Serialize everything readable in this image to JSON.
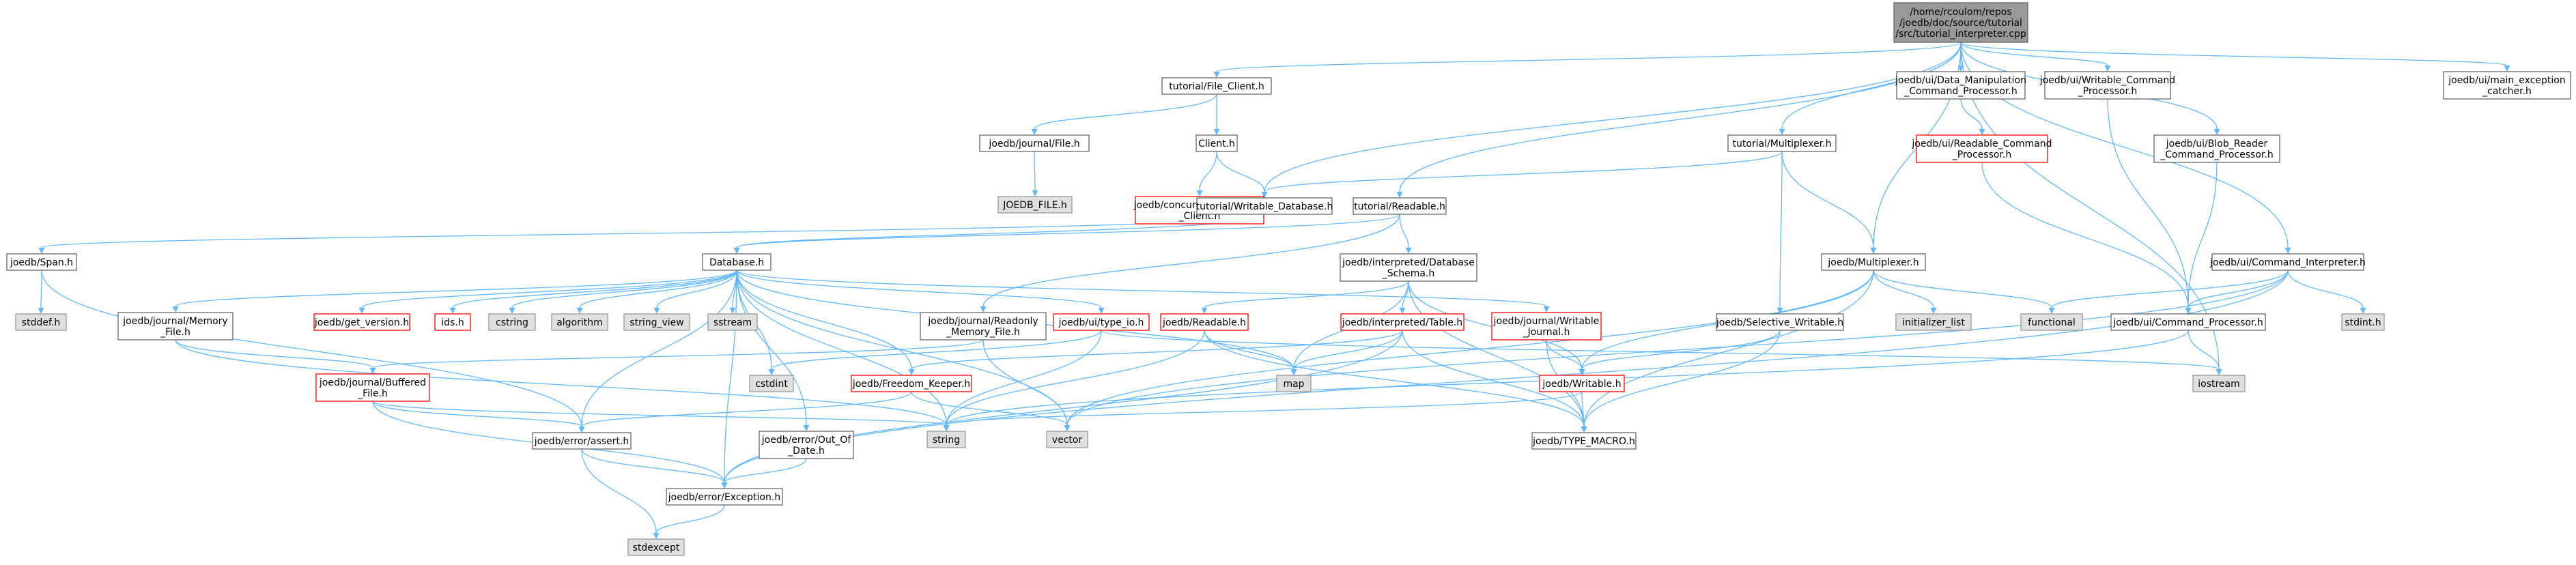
{
  "nodes": [
    {
      "id": "root",
      "label": "/home/rcoulom/repos\n/joedb/doc/source/tutorial\n/src/tutorial_interpreter.cpp",
      "style": "root"
    },
    {
      "id": "file_client",
      "label": "tutorial/File_Client.h",
      "style": "normal"
    },
    {
      "id": "data_manip",
      "label": "joedb/ui/Data_Manipulation\n_Command_Processor.h",
      "style": "normal"
    },
    {
      "id": "writable_cmd",
      "label": "joedb/ui/Writable_Command\n_Processor.h",
      "style": "normal"
    },
    {
      "id": "main_exc",
      "label": "joedb/ui/main_exception\n_catcher.h",
      "style": "normal"
    },
    {
      "id": "journal_file",
      "label": "joedb/journal/File.h",
      "style": "normal"
    },
    {
      "id": "client",
      "label": "Client.h",
      "style": "normal"
    },
    {
      "id": "tut_mux",
      "label": "tutorial/Multiplexer.h",
      "style": "normal"
    },
    {
      "id": "readable_cmd",
      "label": "joedb/ui/Readable_Command\n_Processor.h",
      "style": "red"
    },
    {
      "id": "blob_reader",
      "label": "joedb/ui/Blob_Reader\n_Command_Processor.h",
      "style": "normal"
    },
    {
      "id": "joedb_file",
      "label": "JOEDB_FILE.h",
      "style": "gray"
    },
    {
      "id": "conc_writable",
      "label": "joedb/concurrency/Writable\n_Client.h",
      "style": "red"
    },
    {
      "id": "writable_db",
      "label": "tutorial/Writable_Database.h",
      "style": "normal"
    },
    {
      "id": "tut_readable",
      "label": "tutorial/Readable.h",
      "style": "normal"
    },
    {
      "id": "span",
      "label": "joedb/Span.h",
      "style": "normal"
    },
    {
      "id": "database",
      "label": "Database.h",
      "style": "normal"
    },
    {
      "id": "db_schema",
      "label": "joedb/interpreted/Database\n_Schema.h",
      "style": "normal"
    },
    {
      "id": "joedb_mux",
      "label": "joedb/Multiplexer.h",
      "style": "normal"
    },
    {
      "id": "cmd_interp",
      "label": "joedb/ui/Command_Interpreter.h",
      "style": "normal"
    },
    {
      "id": "stddef",
      "label": "stddef.h",
      "style": "gray"
    },
    {
      "id": "memory_file",
      "label": "joedb/journal/Memory\n_File.h",
      "style": "normal"
    },
    {
      "id": "get_version",
      "label": "joedb/get_version.h",
      "style": "red"
    },
    {
      "id": "ids",
      "label": "ids.h",
      "style": "red"
    },
    {
      "id": "cstring",
      "label": "cstring",
      "style": "gray"
    },
    {
      "id": "algorithm",
      "label": "algorithm",
      "style": "gray"
    },
    {
      "id": "string_view",
      "label": "string_view",
      "style": "gray"
    },
    {
      "id": "sstream",
      "label": "sstream",
      "style": "gray"
    },
    {
      "id": "readonly_mem",
      "label": "joedb/journal/Readonly\n_Memory_File.h",
      "style": "normal"
    },
    {
      "id": "type_io",
      "label": "joedb/ui/type_io.h",
      "style": "red"
    },
    {
      "id": "joedb_readable",
      "label": "joedb/Readable.h",
      "style": "red"
    },
    {
      "id": "interp_table",
      "label": "joedb/interpreted/Table.h",
      "style": "red"
    },
    {
      "id": "writable_journal",
      "label": "joedb/journal/Writable\n_Journal.h",
      "style": "red"
    },
    {
      "id": "selective_writable",
      "label": "joedb/Selective_Writable.h",
      "style": "normal"
    },
    {
      "id": "initializer_list",
      "label": "initializer_list",
      "style": "gray"
    },
    {
      "id": "functional",
      "label": "functional",
      "style": "gray"
    },
    {
      "id": "command_processor",
      "label": "joedb/ui/Command_Processor.h",
      "style": "normal"
    },
    {
      "id": "stdint",
      "label": "stdint.h",
      "style": "gray"
    },
    {
      "id": "buffered_file",
      "label": "joedb/journal/Buffered\n_File.h",
      "style": "red"
    },
    {
      "id": "cstdint",
      "label": "cstdint",
      "style": "gray"
    },
    {
      "id": "freedom_keeper",
      "label": "joedb/Freedom_Keeper.h",
      "style": "red"
    },
    {
      "id": "map",
      "label": "map",
      "style": "gray"
    },
    {
      "id": "joedb_writable",
      "label": "joedb/Writable.h",
      "style": "red"
    },
    {
      "id": "iostream",
      "label": "iostream",
      "style": "gray"
    },
    {
      "id": "string",
      "label": "string",
      "style": "gray"
    },
    {
      "id": "vector",
      "label": "vector",
      "style": "gray"
    },
    {
      "id": "assert",
      "label": "joedb/error/assert.h",
      "style": "normal"
    },
    {
      "id": "out_of_date",
      "label": "joedb/error/Out_Of\n_Date.h",
      "style": "normal"
    },
    {
      "id": "type_macro",
      "label": "joedb/TYPE_MACRO.h",
      "style": "normal"
    },
    {
      "id": "exception",
      "label": "joedb/error/Exception.h",
      "style": "normal"
    },
    {
      "id": "stdexcept",
      "label": "stdexcept",
      "style": "gray"
    }
  ],
  "edges": [
    [
      "root",
      "file_client"
    ],
    [
      "root",
      "data_manip"
    ],
    [
      "root",
      "writable_cmd"
    ],
    [
      "root",
      "main_exc"
    ],
    [
      "root",
      "tut_mux"
    ],
    [
      "root",
      "blob_reader"
    ],
    [
      "root",
      "writable_db"
    ],
    [
      "root",
      "tut_readable"
    ],
    [
      "root",
      "joedb_mux"
    ],
    [
      "root",
      "cmd_interp"
    ],
    [
      "root",
      "iostream"
    ],
    [
      "file_client",
      "journal_file"
    ],
    [
      "file_client",
      "client"
    ],
    [
      "journal_file",
      "joedb_file"
    ],
    [
      "client",
      "conc_writable"
    ],
    [
      "client",
      "writable_db"
    ],
    [
      "data_manip",
      "readable_cmd"
    ],
    [
      "readable_cmd",
      "command_processor"
    ],
    [
      "writable_cmd",
      "command_processor"
    ],
    [
      "blob_reader",
      "command_processor"
    ],
    [
      "tut_mux",
      "writable_db"
    ],
    [
      "tut_mux",
      "joedb_mux"
    ],
    [
      "tut_mux",
      "selective_writable"
    ],
    [
      "writable_db",
      "span"
    ],
    [
      "writable_db",
      "database"
    ],
    [
      "tut_readable",
      "database"
    ],
    [
      "tut_readable",
      "db_schema"
    ],
    [
      "tut_readable",
      "readonly_mem"
    ],
    [
      "span",
      "stddef"
    ],
    [
      "span",
      "assert"
    ],
    [
      "database",
      "memory_file"
    ],
    [
      "database",
      "get_version"
    ],
    [
      "database",
      "ids"
    ],
    [
      "database",
      "cstring"
    ],
    [
      "database",
      "algorithm"
    ],
    [
      "database",
      "string_view"
    ],
    [
      "database",
      "sstream"
    ],
    [
      "database",
      "type_io"
    ],
    [
      "database",
      "freedom_keeper"
    ],
    [
      "database",
      "writable_journal"
    ],
    [
      "database",
      "map"
    ],
    [
      "database",
      "string"
    ],
    [
      "database",
      "vector"
    ],
    [
      "database",
      "assert"
    ],
    [
      "database",
      "out_of_date"
    ],
    [
      "database",
      "exception"
    ],
    [
      "database",
      "cstdint"
    ],
    [
      "memory_file",
      "buffered_file"
    ],
    [
      "memory_file",
      "string"
    ],
    [
      "readonly_mem",
      "buffered_file"
    ],
    [
      "readonly_mem",
      "vector"
    ],
    [
      "type_io",
      "cstdint"
    ],
    [
      "type_io",
      "iostream"
    ],
    [
      "type_io",
      "string"
    ],
    [
      "db_schema",
      "joedb_readable"
    ],
    [
      "db_schema",
      "interp_table"
    ],
    [
      "db_schema",
      "joedb_writable"
    ],
    [
      "db_schema",
      "type_macro"
    ],
    [
      "db_schema",
      "map"
    ],
    [
      "joedb_readable",
      "map"
    ],
    [
      "joedb_readable",
      "string"
    ],
    [
      "joedb_readable",
      "type_macro"
    ],
    [
      "interp_table",
      "freedom_keeper"
    ],
    [
      "interp_table",
      "map"
    ],
    [
      "interp_table",
      "type_macro"
    ],
    [
      "interp_table",
      "exception"
    ],
    [
      "writable_journal",
      "joedb_writable"
    ],
    [
      "writable_journal",
      "type_macro"
    ],
    [
      "joedb_mux",
      "joedb_writable"
    ],
    [
      "joedb_mux",
      "initializer_list"
    ],
    [
      "joedb_mux",
      "functional"
    ],
    [
      "joedb_mux",
      "vector"
    ],
    [
      "joedb_mux",
      "type_macro"
    ],
    [
      "selective_writable",
      "joedb_writable"
    ],
    [
      "selective_writable",
      "type_macro"
    ],
    [
      "cmd_interp",
      "command_processor"
    ],
    [
      "cmd_interp",
      "functional"
    ],
    [
      "cmd_interp",
      "stdint"
    ],
    [
      "cmd_interp",
      "vector"
    ],
    [
      "cmd_interp",
      "exception"
    ],
    [
      "command_processor",
      "iostream"
    ],
    [
      "command_processor",
      "string"
    ],
    [
      "joedb_writable",
      "type_macro"
    ],
    [
      "joedb_writable",
      "string"
    ],
    [
      "buffered_file",
      "assert"
    ],
    [
      "buffered_file",
      "exception"
    ],
    [
      "buffered_file",
      "string"
    ],
    [
      "freedom_keeper",
      "assert"
    ],
    [
      "freedom_keeper",
      "vector"
    ],
    [
      "assert",
      "exception"
    ],
    [
      "assert",
      "stdexcept"
    ],
    [
      "out_of_date",
      "exception"
    ],
    [
      "exception",
      "stdexcept"
    ]
  ],
  "colors": {
    "edge": "#63b8ff",
    "arrow": "#63b8ff",
    "node_border": "#666666",
    "red_border": "#ff0000",
    "gray_fill": "#e0e0e0",
    "gray_border": "#999999",
    "root_fill": "#999999",
    "node_fill": "#ffffff",
    "text": "#000000"
  }
}
